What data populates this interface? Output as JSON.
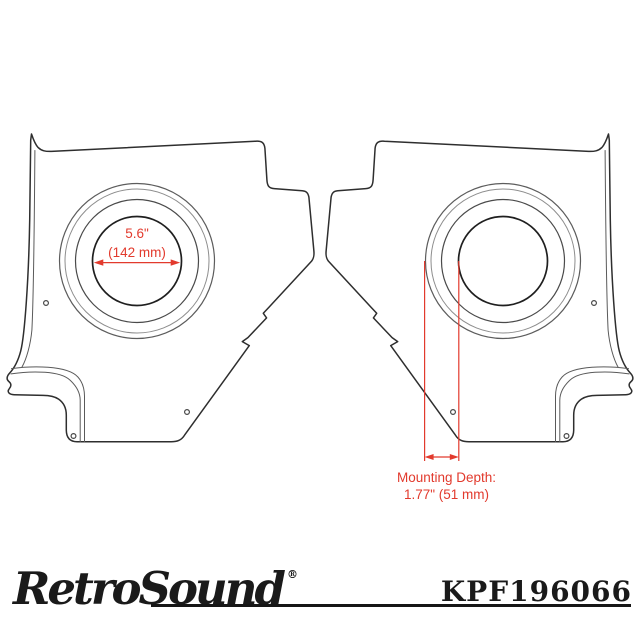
{
  "colors": {
    "annotation_red": "#e23a2d",
    "line_dark": "#2e2e2e",
    "ink": "#1a1a1a"
  },
  "annotations": {
    "left_panel": {
      "speaker_diameter_in": "5.6\"",
      "speaker_diameter_mm": "(142 mm)"
    },
    "right_panel": {
      "label": "Mounting Depth:",
      "value": "1.77\" (51 mm)"
    }
  },
  "footer": {
    "brand": "RetroSound",
    "registered": "®",
    "part_number": "KPF196066"
  }
}
